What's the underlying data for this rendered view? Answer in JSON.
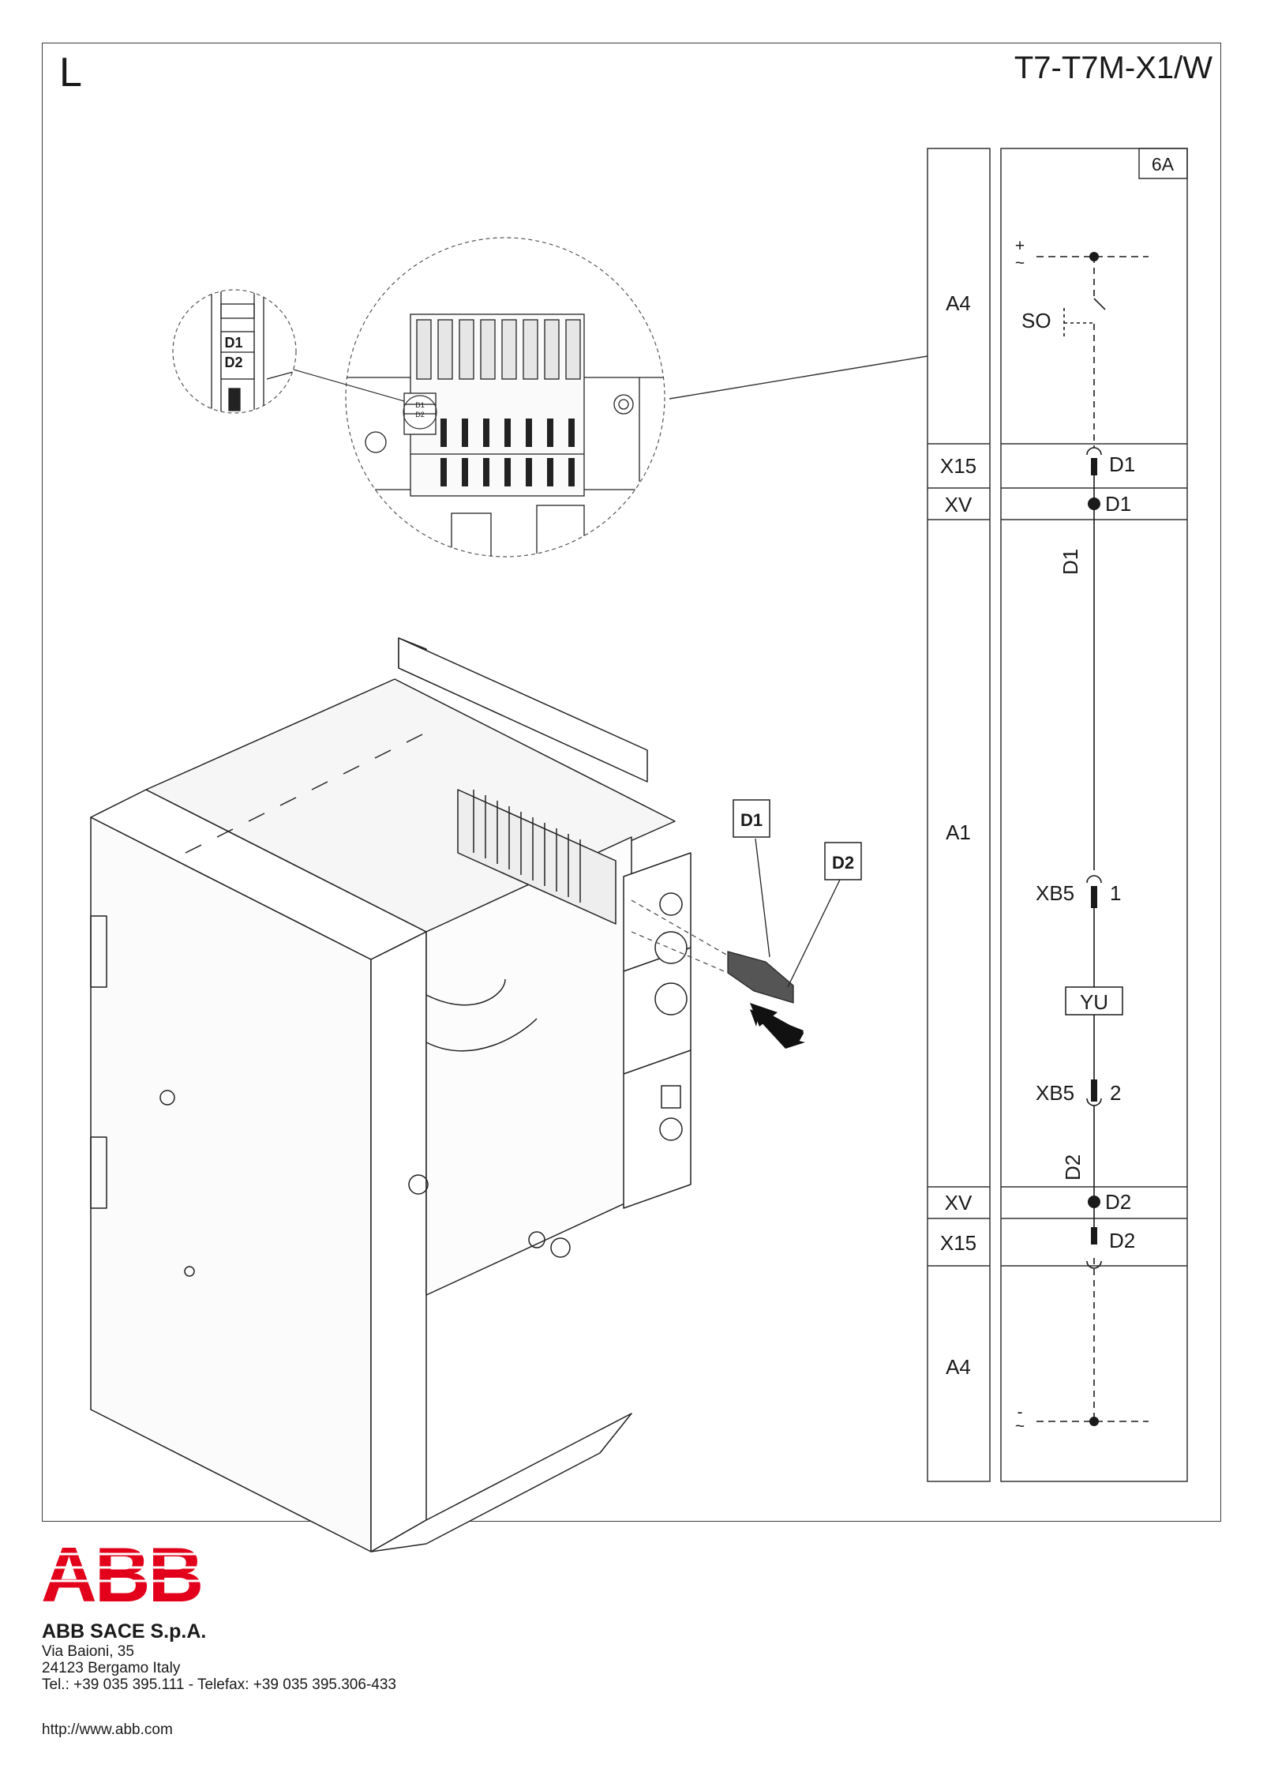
{
  "header": {
    "page_letter": "L",
    "document_code": "T7-T7M-X1/W"
  },
  "schematic": {
    "sheet_ref": "6A",
    "zones": [
      "A4",
      "X15",
      "XV",
      "A1",
      "XV",
      "X15",
      "A4"
    ],
    "supply_top": "+\n~",
    "supply_bottom": "-\n~",
    "contact": "SO",
    "terminals": {
      "x15_top": "D1",
      "xv_top": "D1",
      "wire_top": "D1",
      "xb5_top": "XB5",
      "xb5_top_pin": "1",
      "coil": "YU",
      "xb5_bottom": "XB5",
      "xb5_bottom_pin": "2",
      "wire_bottom": "D2",
      "xv_bottom": "D2",
      "x15_bottom": "D2"
    }
  },
  "illustration": {
    "callout_d1": "D1",
    "callout_d2": "D2",
    "detail_d1": "D1",
    "detail_d2": "D2",
    "terminal_d1": "D1",
    "terminal_d2": "D2"
  },
  "footer": {
    "logo_text": "ABB",
    "company": "ABB SACE S.p.A.",
    "address_line1": "Via Baioni, 35",
    "address_line2": "24123 Bergamo Italy",
    "contact": "Tel.: +39 035 395.111 - Telefax: +39 035 395.306-433",
    "url": "http://www.abb.com"
  },
  "colors": {
    "brand_red": "#e2001a",
    "line": "#1a1a1a"
  }
}
